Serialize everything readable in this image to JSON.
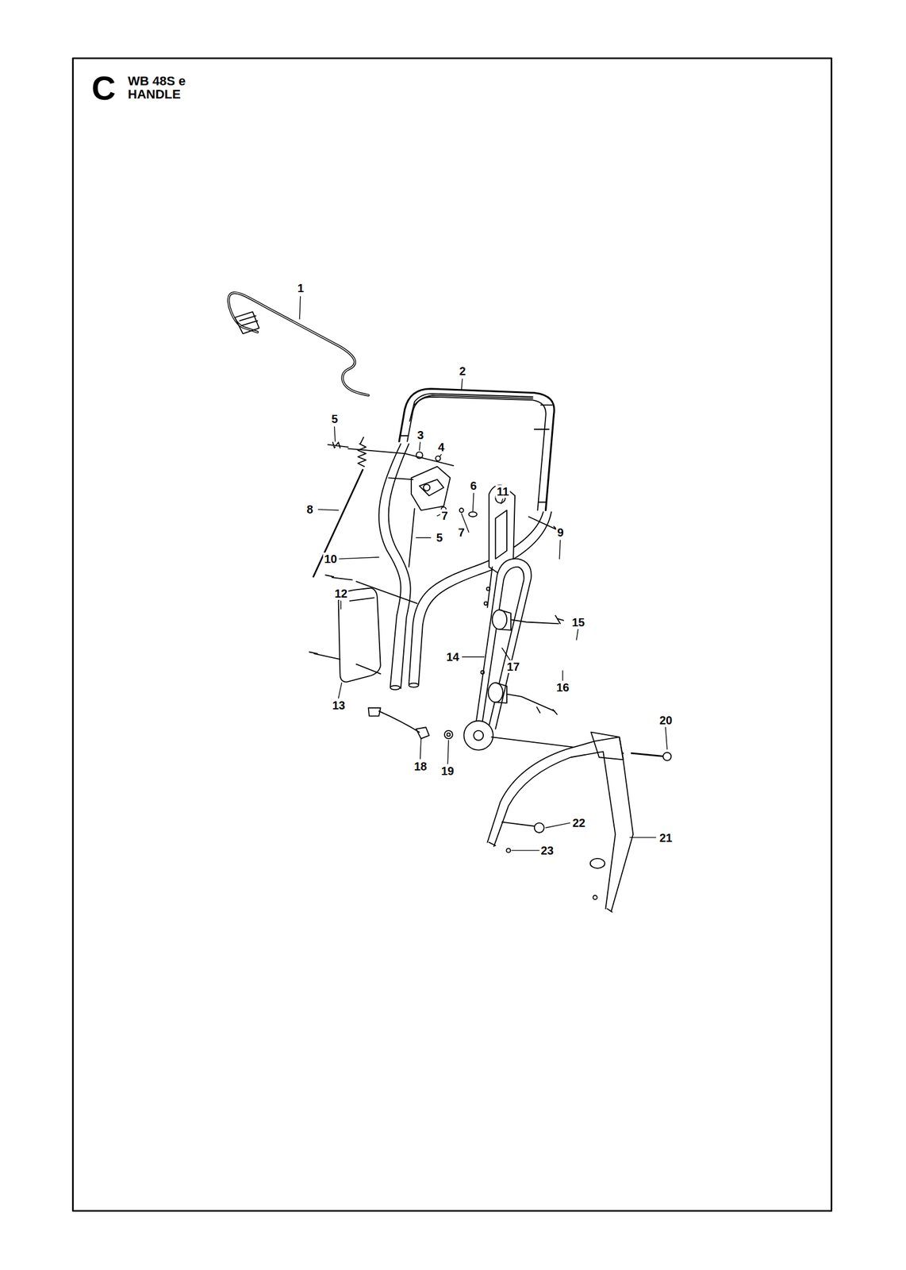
{
  "diagram": {
    "title": "WB 48S e HANDLE",
    "labels": [
      "C",
      "1",
      "2",
      "5",
      "3",
      "4",
      "11",
      "6",
      "7",
      "7",
      "8",
      "9",
      "10",
      "5",
      "12",
      "15",
      "14",
      "17",
      "16",
      "13",
      "18",
      "19",
      "20",
      "22",
      "21",
      "23"
    ]
  }
}
